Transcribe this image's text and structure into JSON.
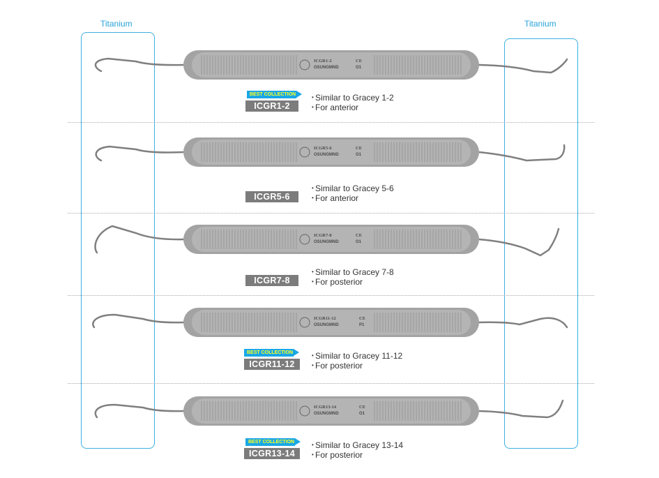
{
  "labels": {
    "left": "Titanium",
    "right": "Titanium"
  },
  "colors": {
    "accent": "#3bb0e2",
    "badge_bg": "#19a7e6",
    "badge_text": "#ffff1e",
    "code_bg": "#7c7c7c"
  },
  "instruments": [
    {
      "engraved_code": "ICGR1-2",
      "engraved_mark": "CE",
      "engraved_lot": "O1",
      "brand": "OSUNGMND",
      "code": "ICGR1-2",
      "badge": "BEST COLLECTION",
      "features": [
        "Similar to Gracey 1-2",
        "For anterior"
      ]
    },
    {
      "engraved_code": "ICGR5-6",
      "engraved_mark": "CE",
      "engraved_lot": "O1",
      "brand": "OSUNGMND",
      "code": "ICGR5-6",
      "badge": "",
      "features": [
        "Similar to Gracey 5-6",
        "For anterior"
      ]
    },
    {
      "engraved_code": "ICGR7-8",
      "engraved_mark": "CE",
      "engraved_lot": "O1",
      "brand": "OSUNGMND",
      "code": "ICGR7-8",
      "badge": "",
      "features": [
        "Similar to Gracey 7-8",
        "For posterior"
      ]
    },
    {
      "engraved_code": "ICGR11-12",
      "engraved_mark": "CE",
      "engraved_lot": "P1",
      "brand": "OSUNGMND",
      "code": "ICGR11-12",
      "badge": "BEST COLLECTION",
      "features": [
        "Similar to Gracey 11-12",
        "For posterior"
      ]
    },
    {
      "engraved_code": "ICGR13-14",
      "engraved_mark": "CE",
      "engraved_lot": "O1",
      "brand": "OSUNGMND",
      "code": "ICGR13-14",
      "badge": "BEST COLLECTION",
      "features": [
        "Similar to Gracey 13-14",
        "For posterior"
      ]
    }
  ]
}
